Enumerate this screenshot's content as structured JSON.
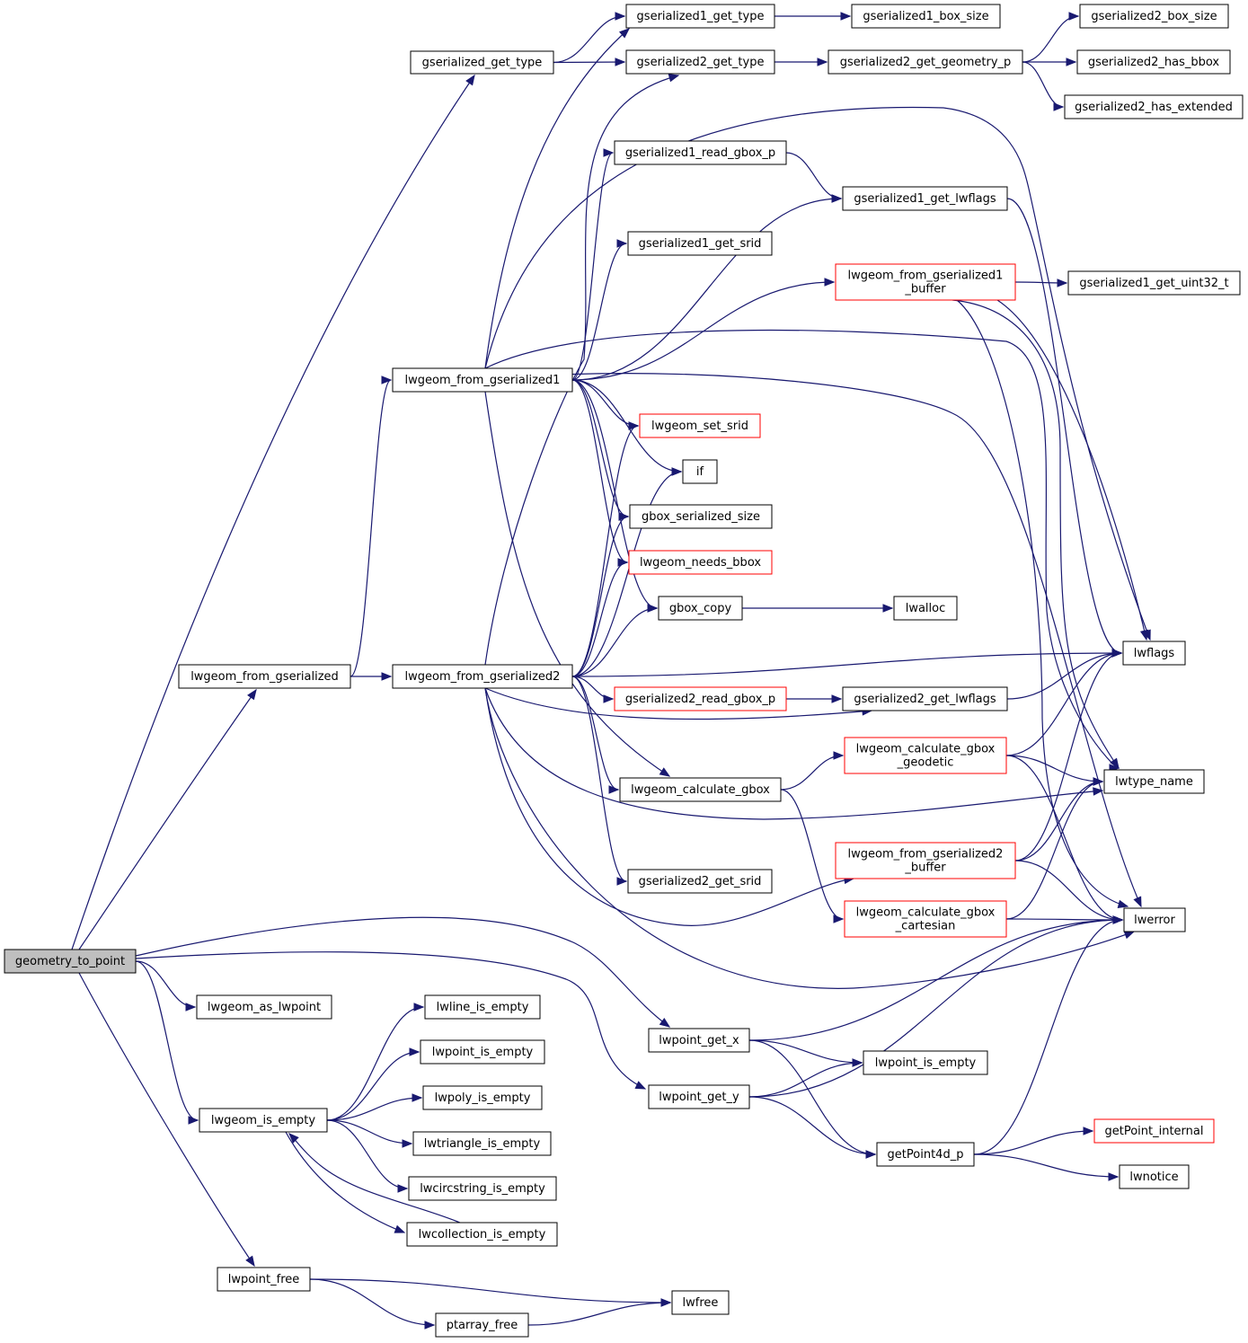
{
  "colors": {
    "edge": "#191970",
    "node_border": "#000000",
    "node_border_incomplete": "#ff0000",
    "root_fill": "#bfbfbf"
  },
  "nodes": [
    {
      "id": "geometry_to_point",
      "lines": [
        "geometry_to_point"
      ],
      "root": true
    },
    {
      "id": "gserialized_get_type",
      "lines": [
        "gserialized_get_type"
      ]
    },
    {
      "id": "gserialized1_get_type",
      "lines": [
        "gserialized1_get_type"
      ]
    },
    {
      "id": "gserialized1_box_size",
      "lines": [
        "gserialized1_box_size"
      ]
    },
    {
      "id": "gserialized2_get_type",
      "lines": [
        "gserialized2_get_type"
      ]
    },
    {
      "id": "gserialized2_get_geometry_p",
      "lines": [
        "gserialized2_get_geometry_p"
      ]
    },
    {
      "id": "gserialized2_box_size",
      "lines": [
        "gserialized2_box_size"
      ]
    },
    {
      "id": "gserialized2_has_bbox",
      "lines": [
        "gserialized2_has_bbox"
      ]
    },
    {
      "id": "gserialized2_has_extended",
      "lines": [
        "gserialized2_has_extended"
      ]
    },
    {
      "id": "gserialized1_read_gbox_p",
      "lines": [
        "gserialized1_read_gbox_p"
      ]
    },
    {
      "id": "gserialized1_get_lwflags",
      "lines": [
        "gserialized1_get_lwflags"
      ]
    },
    {
      "id": "gserialized1_get_srid",
      "lines": [
        "gserialized1_get_srid"
      ]
    },
    {
      "id": "lwgeom_from_gserialized1_buffer",
      "lines": [
        "lwgeom_from_gserialized1",
        "_buffer"
      ],
      "incomplete": true
    },
    {
      "id": "gserialized1_get_uint32_t",
      "lines": [
        "gserialized1_get_uint32_t"
      ]
    },
    {
      "id": "lwgeom_from_gserialized1",
      "lines": [
        "lwgeom_from_gserialized1"
      ]
    },
    {
      "id": "lwgeom_set_srid",
      "lines": [
        "lwgeom_set_srid"
      ],
      "incomplete": true
    },
    {
      "id": "if",
      "lines": [
        "if"
      ]
    },
    {
      "id": "gbox_serialized_size",
      "lines": [
        "gbox_serialized_size"
      ]
    },
    {
      "id": "lwgeom_needs_bbox",
      "lines": [
        "lwgeom_needs_bbox"
      ],
      "incomplete": true
    },
    {
      "id": "gbox_copy",
      "lines": [
        "gbox_copy"
      ]
    },
    {
      "id": "lwalloc",
      "lines": [
        "lwalloc"
      ]
    },
    {
      "id": "lwflags",
      "lines": [
        "lwflags"
      ]
    },
    {
      "id": "lwgeom_from_gserialized",
      "lines": [
        "lwgeom_from_gserialized"
      ]
    },
    {
      "id": "lwgeom_from_gserialized2",
      "lines": [
        "lwgeom_from_gserialized2"
      ]
    },
    {
      "id": "gserialized2_read_gbox_p",
      "lines": [
        "gserialized2_read_gbox_p"
      ],
      "incomplete": true
    },
    {
      "id": "gserialized2_get_lwflags",
      "lines": [
        "gserialized2_get_lwflags"
      ]
    },
    {
      "id": "lwgeom_calculate_gbox_geodetic",
      "lines": [
        "lwgeom_calculate_gbox",
        "_geodetic"
      ],
      "incomplete": true
    },
    {
      "id": "lwtype_name",
      "lines": [
        "lwtype_name"
      ]
    },
    {
      "id": "lwgeom_calculate_gbox",
      "lines": [
        "lwgeom_calculate_gbox"
      ]
    },
    {
      "id": "lwgeom_from_gserialized2_buffer",
      "lines": [
        "lwgeom_from_gserialized2",
        "_buffer"
      ],
      "incomplete": true
    },
    {
      "id": "gserialized2_get_srid",
      "lines": [
        "gserialized2_get_srid"
      ]
    },
    {
      "id": "lwgeom_calculate_gbox_cartesian",
      "lines": [
        "lwgeom_calculate_gbox",
        "_cartesian"
      ],
      "incomplete": true
    },
    {
      "id": "lwerror",
      "lines": [
        "lwerror"
      ]
    },
    {
      "id": "lwgeom_as_lwpoint",
      "lines": [
        "lwgeom_as_lwpoint"
      ]
    },
    {
      "id": "lwpoint_get_x",
      "lines": [
        "lwpoint_get_x"
      ]
    },
    {
      "id": "lwpoint_is_empty_r",
      "lines": [
        "lwpoint_is_empty"
      ]
    },
    {
      "id": "lwpoint_get_y",
      "lines": [
        "lwpoint_get_y"
      ]
    },
    {
      "id": "getPoint4d_p",
      "lines": [
        "getPoint4d_p"
      ]
    },
    {
      "id": "getPoint_internal",
      "lines": [
        "getPoint_internal"
      ],
      "incomplete": true
    },
    {
      "id": "lwnotice",
      "lines": [
        "lwnotice"
      ]
    },
    {
      "id": "lwline_is_empty",
      "lines": [
        "lwline_is_empty"
      ]
    },
    {
      "id": "lwpoint_is_empty_l",
      "lines": [
        "lwpoint_is_empty"
      ]
    },
    {
      "id": "lwpoly_is_empty",
      "lines": [
        "lwpoly_is_empty"
      ]
    },
    {
      "id": "lwtriangle_is_empty",
      "lines": [
        "lwtriangle_is_empty"
      ]
    },
    {
      "id": "lwcircstring_is_empty",
      "lines": [
        "lwcircstring_is_empty"
      ]
    },
    {
      "id": "lwcollection_is_empty",
      "lines": [
        "lwcollection_is_empty"
      ]
    },
    {
      "id": "lwgeom_is_empty",
      "lines": [
        "lwgeom_is_empty"
      ]
    },
    {
      "id": "lwpoint_free",
      "lines": [
        "lwpoint_free"
      ]
    },
    {
      "id": "lwfree",
      "lines": [
        "lwfree"
      ]
    },
    {
      "id": "ptarray_free",
      "lines": [
        "ptarray_free"
      ]
    }
  ],
  "edges": [
    [
      "geometry_to_point",
      "gserialized_get_type"
    ],
    [
      "geometry_to_point",
      "lwgeom_from_gserialized"
    ],
    [
      "geometry_to_point",
      "lwgeom_as_lwpoint"
    ],
    [
      "geometry_to_point",
      "lwgeom_is_empty"
    ],
    [
      "geometry_to_point",
      "lwpoint_free"
    ],
    [
      "geometry_to_point",
      "lwpoint_get_x"
    ],
    [
      "geometry_to_point",
      "lwpoint_get_y"
    ],
    [
      "gserialized_get_type",
      "gserialized1_get_type"
    ],
    [
      "gserialized_get_type",
      "gserialized2_get_type"
    ],
    [
      "gserialized1_get_type",
      "gserialized1_box_size"
    ],
    [
      "gserialized2_get_type",
      "gserialized2_get_geometry_p"
    ],
    [
      "gserialized2_get_geometry_p",
      "gserialized2_box_size"
    ],
    [
      "gserialized2_get_geometry_p",
      "gserialized2_has_bbox"
    ],
    [
      "gserialized2_get_geometry_p",
      "gserialized2_has_extended"
    ],
    [
      "lwgeom_from_gserialized",
      "lwgeom_from_gserialized1"
    ],
    [
      "lwgeom_from_gserialized",
      "lwgeom_from_gserialized2"
    ],
    [
      "lwgeom_from_gserialized1",
      "gserialized1_get_type"
    ],
    [
      "lwgeom_from_gserialized1",
      "gserialized1_read_gbox_p"
    ],
    [
      "lwgeom_from_gserialized1",
      "gserialized1_get_lwflags"
    ],
    [
      "lwgeom_from_gserialized1",
      "gserialized1_get_srid"
    ],
    [
      "lwgeom_from_gserialized1",
      "lwgeom_from_gserialized1_buffer"
    ],
    [
      "lwgeom_from_gserialized1",
      "lwgeom_set_srid"
    ],
    [
      "lwgeom_from_gserialized1",
      "if"
    ],
    [
      "lwgeom_from_gserialized1",
      "gbox_serialized_size"
    ],
    [
      "lwgeom_from_gserialized1",
      "lwgeom_needs_bbox"
    ],
    [
      "lwgeom_from_gserialized1",
      "gbox_copy"
    ],
    [
      "lwgeom_from_gserialized1",
      "lwflags"
    ],
    [
      "lwgeom_from_gserialized1",
      "lwtype_name"
    ],
    [
      "lwgeom_from_gserialized1",
      "lwerror"
    ],
    [
      "lwgeom_from_gserialized1",
      "lwgeom_calculate_gbox"
    ],
    [
      "gserialized1_read_gbox_p",
      "gserialized1_get_lwflags"
    ],
    [
      "gserialized1_get_lwflags",
      "lwflags"
    ],
    [
      "lwgeom_from_gserialized1_buffer",
      "gserialized1_get_uint32_t"
    ],
    [
      "lwgeom_from_gserialized1_buffer",
      "lwflags"
    ],
    [
      "lwgeom_from_gserialized1_buffer",
      "lwtype_name"
    ],
    [
      "lwgeom_from_gserialized1_buffer",
      "lwerror"
    ],
    [
      "gbox_copy",
      "lwalloc"
    ],
    [
      "lwgeom_from_gserialized2",
      "gserialized2_get_type"
    ],
    [
      "lwgeom_from_gserialized2",
      "lwgeom_set_srid"
    ],
    [
      "lwgeom_from_gserialized2",
      "if"
    ],
    [
      "lwgeom_from_gserialized2",
      "gbox_serialized_size"
    ],
    [
      "lwgeom_from_gserialized2",
      "lwgeom_needs_bbox"
    ],
    [
      "lwgeom_from_gserialized2",
      "gbox_copy"
    ],
    [
      "lwgeom_from_gserialized2",
      "lwflags"
    ],
    [
      "lwgeom_from_gserialized2",
      "gserialized2_read_gbox_p"
    ],
    [
      "lwgeom_from_gserialized2",
      "gserialized2_get_lwflags"
    ],
    [
      "lwgeom_from_gserialized2",
      "lwgeom_calculate_gbox"
    ],
    [
      "lwgeom_from_gserialized2",
      "lwtype_name"
    ],
    [
      "lwgeom_from_gserialized2",
      "gserialized2_get_srid"
    ],
    [
      "lwgeom_from_gserialized2",
      "lwgeom_from_gserialized2_buffer"
    ],
    [
      "lwgeom_from_gserialized2",
      "lwerror"
    ],
    [
      "gserialized2_read_gbox_p",
      "gserialized2_get_lwflags"
    ],
    [
      "gserialized2_get_lwflags",
      "lwflags"
    ],
    [
      "lwgeom_calculate_gbox",
      "lwgeom_calculate_gbox_geodetic"
    ],
    [
      "lwgeom_calculate_gbox",
      "lwgeom_calculate_gbox_cartesian"
    ],
    [
      "lwgeom_calculate_gbox_geodetic",
      "lwflags"
    ],
    [
      "lwgeom_calculate_gbox_geodetic",
      "lwtype_name"
    ],
    [
      "lwgeom_calculate_gbox_geodetic",
      "lwerror"
    ],
    [
      "lwgeom_from_gserialized2_buffer",
      "lwflags"
    ],
    [
      "lwgeom_from_gserialized2_buffer",
      "lwtype_name"
    ],
    [
      "lwgeom_from_gserialized2_buffer",
      "lwerror"
    ],
    [
      "lwgeom_calculate_gbox_cartesian",
      "lwtype_name"
    ],
    [
      "lwgeom_calculate_gbox_cartesian",
      "lwerror"
    ],
    [
      "lwpoint_get_x",
      "lwpoint_is_empty_r"
    ],
    [
      "lwpoint_get_x",
      "getPoint4d_p"
    ],
    [
      "lwpoint_get_x",
      "lwerror"
    ],
    [
      "lwpoint_get_y",
      "lwpoint_is_empty_r"
    ],
    [
      "lwpoint_get_y",
      "getPoint4d_p"
    ],
    [
      "lwpoint_get_y",
      "lwerror"
    ],
    [
      "getPoint4d_p",
      "getPoint_internal"
    ],
    [
      "getPoint4d_p",
      "lwnotice"
    ],
    [
      "getPoint4d_p",
      "lwerror"
    ],
    [
      "lwgeom_is_empty",
      "lwline_is_empty"
    ],
    [
      "lwgeom_is_empty",
      "lwpoint_is_empty_l"
    ],
    [
      "lwgeom_is_empty",
      "lwpoly_is_empty"
    ],
    [
      "lwgeom_is_empty",
      "lwtriangle_is_empty"
    ],
    [
      "lwgeom_is_empty",
      "lwcircstring_is_empty"
    ],
    [
      "lwgeom_is_empty",
      "lwcollection_is_empty"
    ],
    [
      "lwcollection_is_empty",
      "lwgeom_is_empty"
    ],
    [
      "lwpoint_free",
      "lwfree"
    ],
    [
      "lwpoint_free",
      "ptarray_free"
    ],
    [
      "ptarray_free",
      "lwfree"
    ]
  ]
}
